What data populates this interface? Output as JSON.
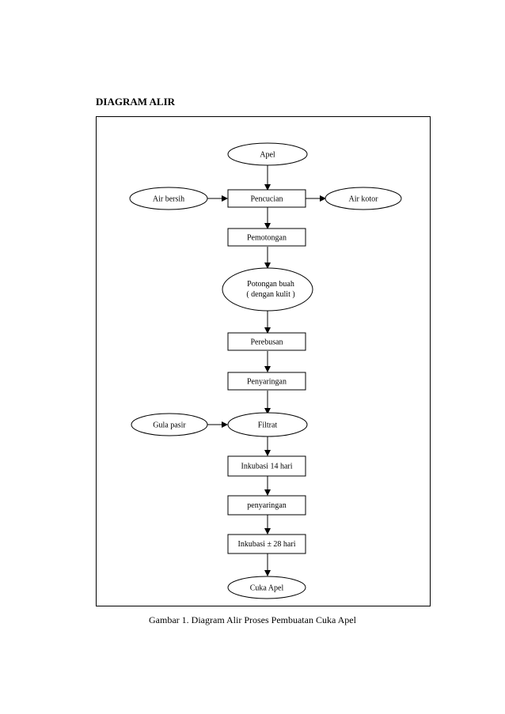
{
  "heading": "DIAGRAM ALIR",
  "caption": "Gambar  1. Diagram  Alir Proses Pembuatan  Cuka Apel",
  "nodes": {
    "apel": "Apel",
    "air_bersih": "Air bersih",
    "pencucian": "Pencucian",
    "air_kotor": "Air kotor",
    "pemotongan": "Pemotongan",
    "potongan_buah_1": "Potongan buah",
    "potongan_buah_2": "( dengan kulit )",
    "perebusan": "Perebusan",
    "penyaringan": "Penyaringan",
    "gula_pasir": "Gula  pasir",
    "filtrat": "Filtrat",
    "inkubasi_14": "Inkubasi 14  hari",
    "penyaringan_2": "penyaringan",
    "inkubasi_28": "Inkubasi ± 28  hari",
    "cuka_apel": "Cuka Apel"
  }
}
